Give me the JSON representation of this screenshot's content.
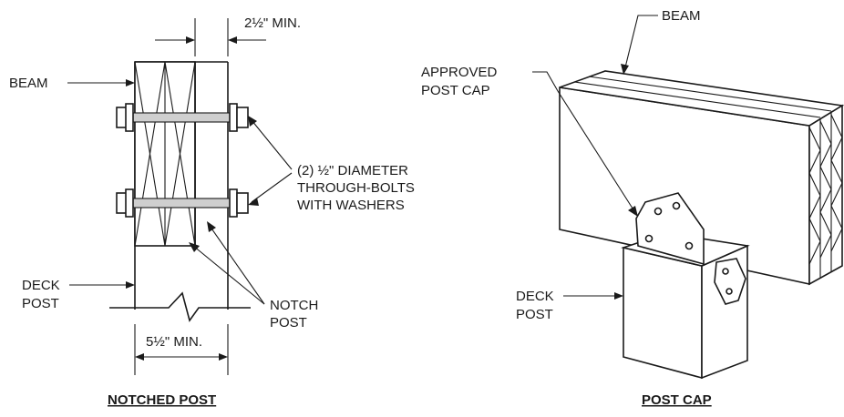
{
  "left": {
    "dim_top": "2½\" MIN.",
    "beam": "BEAM",
    "bolts_line1": "(2) ½\" DIAMETER",
    "bolts_line2": "THROUGH-BOLTS",
    "bolts_line3": "WITH WASHERS",
    "deck_line1": "DECK",
    "deck_line2": "POST",
    "notch_line1": "NOTCH",
    "notch_line2": "POST",
    "dim_bottom": "5½\" MIN.",
    "caption": "NOTCHED POST"
  },
  "right": {
    "beam": "BEAM",
    "cap_line1": "APPROVED",
    "cap_line2": "POST CAP",
    "deck_line1": "DECK",
    "deck_line2": "POST",
    "caption": "POST CAP"
  }
}
